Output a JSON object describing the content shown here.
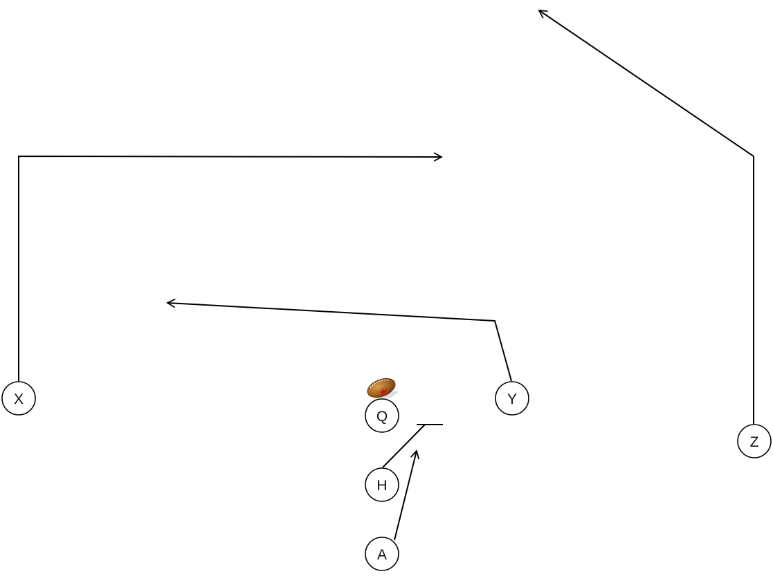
{
  "diagram": {
    "players": [
      {
        "id": "X",
        "label": "X"
      },
      {
        "id": "Q",
        "label": "Q"
      },
      {
        "id": "Y",
        "label": "Y"
      },
      {
        "id": "Z",
        "label": "Z"
      },
      {
        "id": "H",
        "label": "H"
      },
      {
        "id": "A",
        "label": "A"
      }
    ],
    "routes": [
      {
        "player": "X",
        "end": "arrow"
      },
      {
        "player": "Y",
        "end": "arrow"
      },
      {
        "player": "Z",
        "end": "arrow"
      },
      {
        "player": "H",
        "end": "block"
      },
      {
        "player": "A",
        "end": "arrow"
      }
    ],
    "football": {
      "icon": "football-icon"
    },
    "colors": {
      "line": "#000000",
      "ball": "#a0621f",
      "ball_mark": "#cc1111"
    }
  }
}
